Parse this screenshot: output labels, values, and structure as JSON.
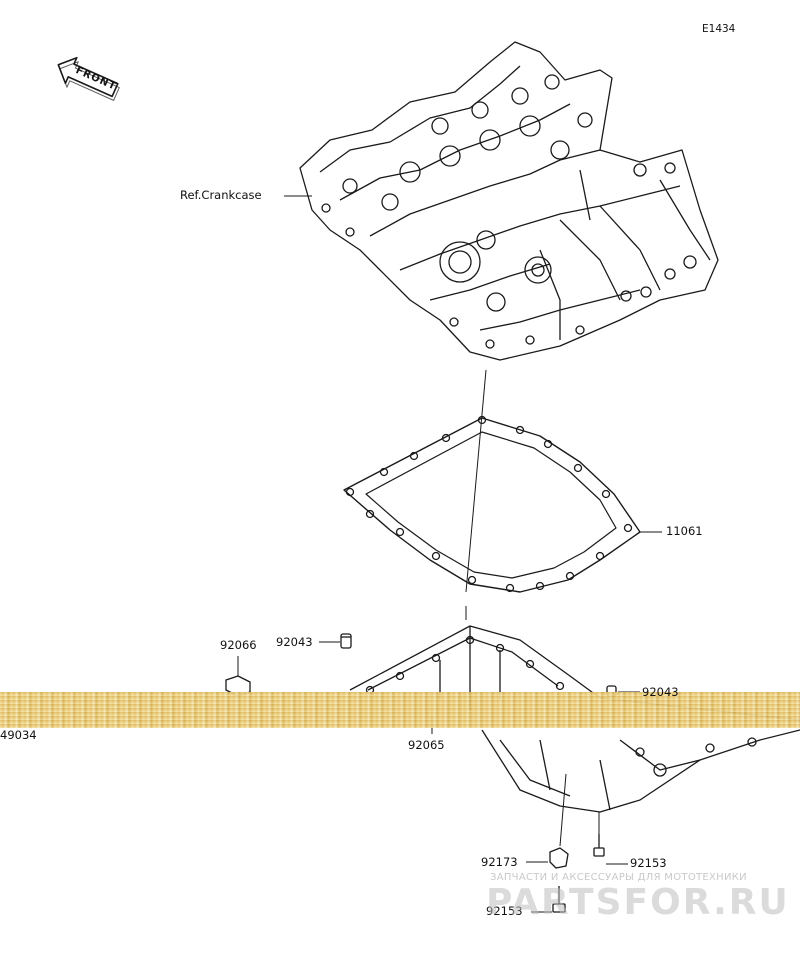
{
  "diagram": {
    "code": "E1434",
    "front_label": "FRONT",
    "ref_label": "Ref.Crankcase",
    "parts": {
      "gasket": "11061",
      "plug": "92066",
      "dowel_left": "92043",
      "dowel_right": "92043",
      "washer": "92065",
      "pan_left_cut": "49034",
      "clamp": "92173",
      "bolt_right": "92153",
      "bolt_bottom": "92153"
    }
  },
  "watermark": {
    "tagline": "ЗАПЧАСТИ И АКСЕССУАРЫ ДЛЯ МОТОТЕХНИКИ",
    "brand": "PARTSFOR.RU"
  },
  "colors": {
    "line": "#1a1a1a",
    "strip": "#efcf78"
  }
}
